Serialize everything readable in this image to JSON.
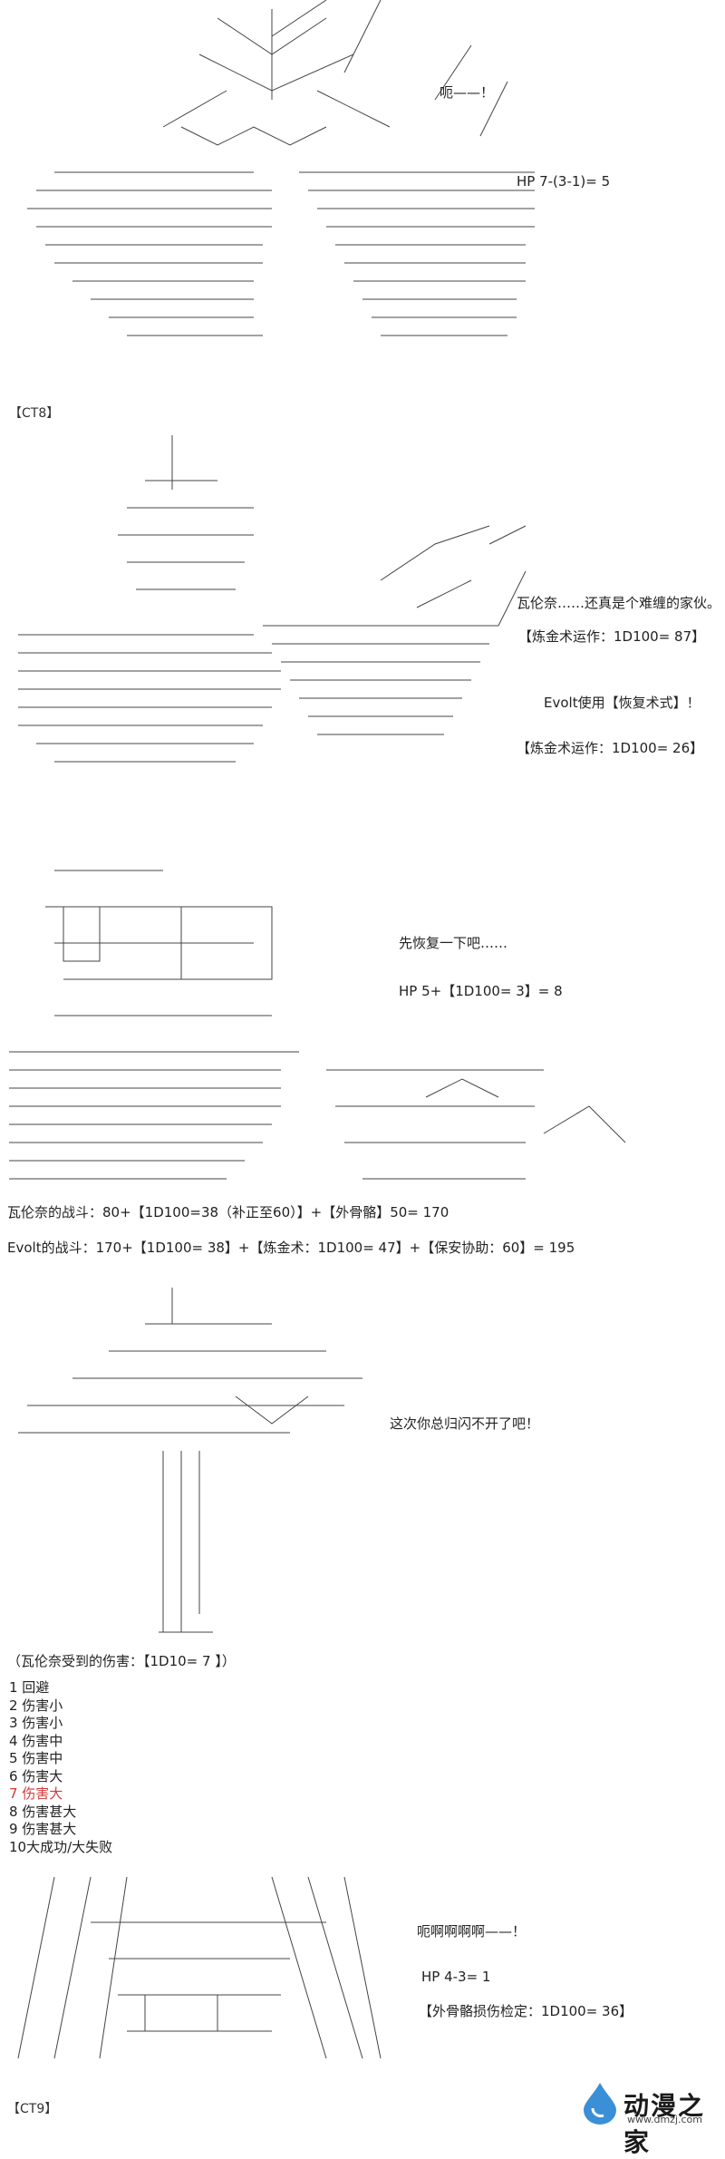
{
  "panel1": {
    "shout": "呃——！",
    "hp": "HP  7-(3-1)= 5",
    "ct": "【CT8】"
  },
  "panel2": {
    "line1": "瓦伦奈……还真是个难缠的家伙。",
    "roll1": "【炼金术运作：1D100= 87】",
    "skill": "Evolt使用【恢复术式】！",
    "roll2": "【炼金术运作：1D100= 26】"
  },
  "panel3": {
    "line1": "先恢复一下吧……",
    "hp": "HP 5+【1D100= 3】= 8",
    "battle1": "瓦伦奈的战斗：80+【1D100=38（补正至60）】+【外骨骼】50= 170",
    "battle2": "Evolt的战斗：170+【1D100= 38】+【炼金术：1D100= 47】+【保安协助：60】= 195"
  },
  "panel4": {
    "line1": "这次你总归闪不开了吧！"
  },
  "damage": {
    "header": "（瓦伦奈受到的伤害：【1D10= 7 】）",
    "items": [
      "1 回避",
      "2 伤害小",
      "3 伤害小",
      "4 伤害中",
      "5 伤害中",
      "6 伤害大",
      "7 伤害大",
      "8 伤害甚大",
      "9 伤害甚大",
      "10大成功/大失败"
    ],
    "highlight_index": 6,
    "highlight_color": "#d23a3a"
  },
  "panel5": {
    "shout": "呃啊啊啊啊——！",
    "hp": "HP  4-3= 1",
    "roll": "【外骨骼损伤检定：1D100= 36】",
    "ct": "【CT9】"
  },
  "logo": {
    "name": "动漫之家",
    "url": "www.dmzj.com",
    "icon": "paint-drop-logo-icon",
    "color": "#3a8fd6"
  }
}
